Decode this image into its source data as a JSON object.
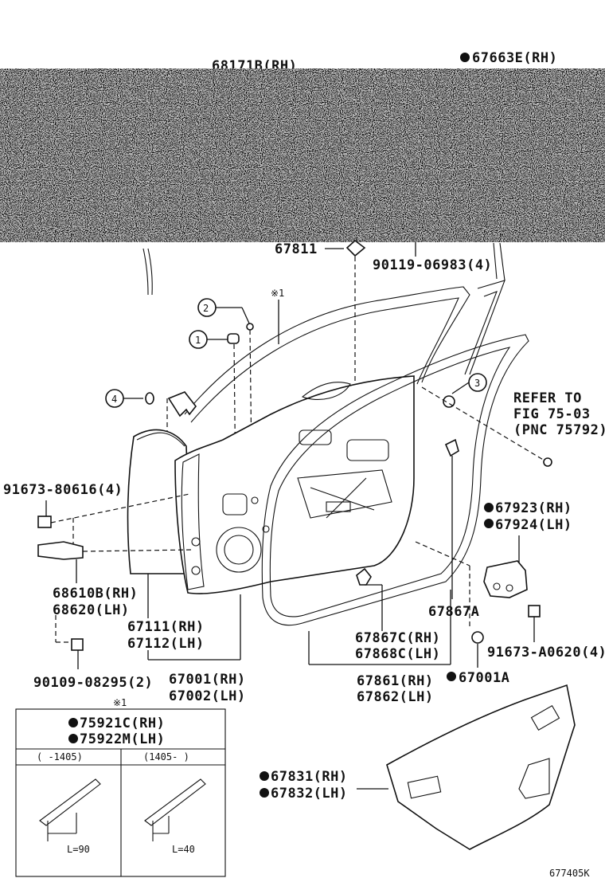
{
  "diagram_id": "677405K",
  "parts": {
    "p68171b": "68171B(RH)",
    "p67663e": "67663E(RH)",
    "p67811": "67811",
    "p90119": "90119-06983(4)",
    "refer1": "REFER TO",
    "refer2": "FIG 75-03",
    "refer3": "(PNC 75792)",
    "p91673_80616": "91673-80616(4)",
    "p67923": "67923(RH)",
    "p67924": "67924(LH)",
    "p68610b": "68610B(RH)",
    "p68620": "68620(LH)",
    "p67111": "67111(RH)",
    "p67112": "67112(LH)",
    "p67867a": "67867A",
    "p67867c": "67867C(RH)",
    "p67868c": "67868C(LH)",
    "p91673_a0620": "91673-A0620(4)",
    "p90109": "90109-08295(2)",
    "p67001": "67001(RH)",
    "p67002": "67002(LH)",
    "p67861": "67861(RH)",
    "p67862": "67862(LH)",
    "p67001a": "67001A",
    "p67831": "67831(RH)",
    "p67832": "67832(LH)"
  },
  "callouts": {
    "c1": "1",
    "c2": "2",
    "c3": "3",
    "c4": "4"
  },
  "note_mark": "※1",
  "note_table": {
    "mark": "※1",
    "part1": "75921C(RH)",
    "part2": "75922M(LH)",
    "col1_header": "(     -1405)",
    "col2_header": "(1405-     )",
    "col1_len": "L=90",
    "col2_len": "L=40"
  }
}
